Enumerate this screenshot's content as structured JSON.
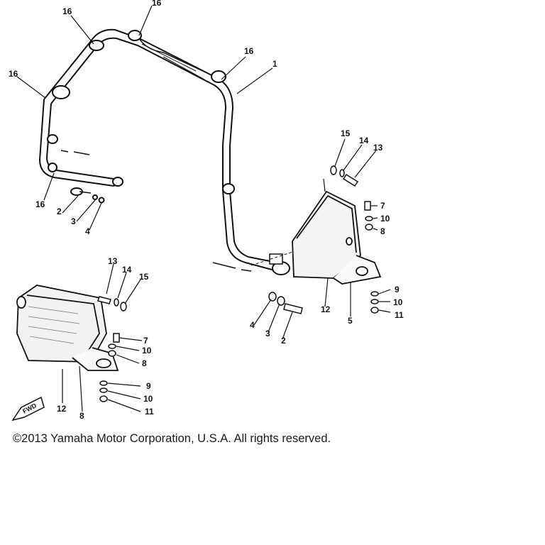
{
  "callouts": {
    "c16a": "16",
    "c16b": "16",
    "c16c": "16",
    "c16d": "16",
    "c16e": "16",
    "c1": "1",
    "c15r": "15",
    "c14r": "14",
    "c13r": "13",
    "c7r": "7",
    "c10r": "10",
    "c8r": "8",
    "c2l": "2",
    "c3l": "3",
    "c4l": "4",
    "c13l": "13",
    "c14l": "14",
    "c15l": "15",
    "c7l": "7",
    "c10l": "10",
    "c8l": "8",
    "c9l": "9",
    "c10l2": "10",
    "c11l": "11",
    "c12l": "12",
    "c8l2": "8",
    "c4r": "4",
    "c3r": "3",
    "c2r": "2",
    "c12r": "12",
    "c5r": "5",
    "c9r": "9",
    "c10r2": "10",
    "c11r": "11"
  },
  "fwd_label": "FWD",
  "copyright": "©2013 Yamaha Motor Corporation, U.S.A. All rights reserved."
}
